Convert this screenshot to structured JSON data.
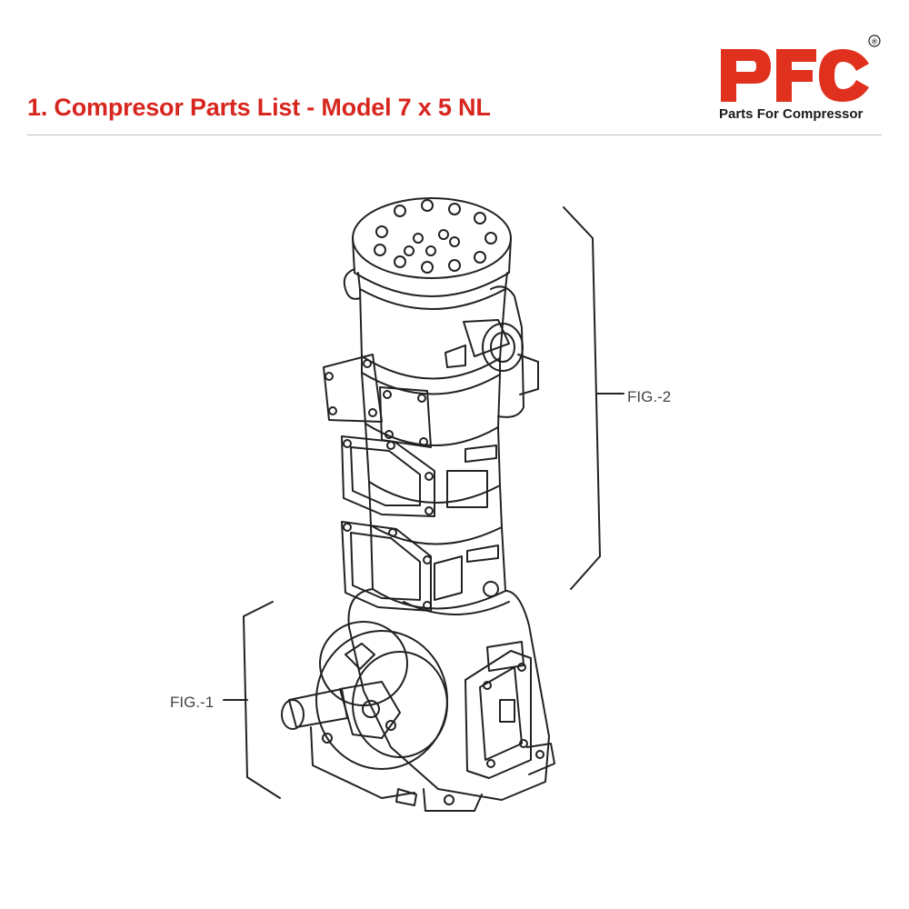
{
  "header": {
    "title": "1. Compresor Parts List - Model 7 x 5 NL"
  },
  "logo": {
    "letters": "PFC",
    "registered_mark": "®",
    "tagline": "Parts For Compressor",
    "brand_color": "#e0301e"
  },
  "figure": {
    "callouts": [
      {
        "label": "FIG.-2"
      },
      {
        "label": "FIG.-1"
      }
    ]
  },
  "colors": {
    "title": "#d7261e",
    "line_art": "#222222"
  }
}
